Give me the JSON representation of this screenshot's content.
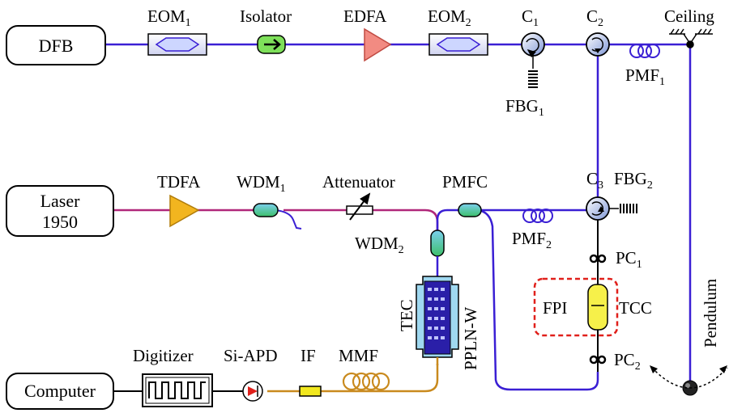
{
  "colors": {
    "fiber_blue": "#3a1fd4",
    "fiber_purple": "#b0277a",
    "fiber_orange": "#c98a1e",
    "edfa": "#f28b82",
    "tdfa": "#f2b51f",
    "isolator": "#7ee05a",
    "fpi_box": "#e0201b",
    "fpi": "#f6f04a",
    "ppln": "#2a1fa8",
    "tec": "#9fd8f0"
  },
  "boxes": {
    "dfb": "DFB",
    "laser_line1": "Laser",
    "laser_line2": "1950",
    "computer": "Computer"
  },
  "labels": {
    "eom1": "EOM",
    "eom1_sub": "1",
    "isolator": "Isolator",
    "edfa": "EDFA",
    "eom2": "EOM",
    "eom2_sub": "2",
    "c1": "C",
    "c1_sub": "1",
    "c2": "C",
    "c2_sub": "2",
    "ceiling": "Ceiling",
    "pmf1": "PMF",
    "pmf1_sub": "1",
    "fbg1": "FBG",
    "fbg1_sub": "1",
    "tdfa": "TDFA",
    "wdm1": "WDM",
    "wdm1_sub": "1",
    "attenuator": "Attenuator",
    "pmfc": "PMFC",
    "c3": "C",
    "c3_sub": "3",
    "fbg2": "FBG",
    "fbg2_sub": "2",
    "wdm2": "WDM",
    "wdm2_sub": "2",
    "pmf2": "PMF",
    "pmf2_sub": "2",
    "pc1": "PC",
    "pc1_sub": "1",
    "pc2": "PC",
    "pc2_sub": "2",
    "fpi": "FPI",
    "tcc": "TCC",
    "tec": "TEC",
    "ppln": "PPLN-W",
    "pendulum": "Pendulum",
    "digitizer": "Digitizer",
    "siapd": "Si-APD",
    "if": "IF",
    "mmf": "MMF"
  }
}
